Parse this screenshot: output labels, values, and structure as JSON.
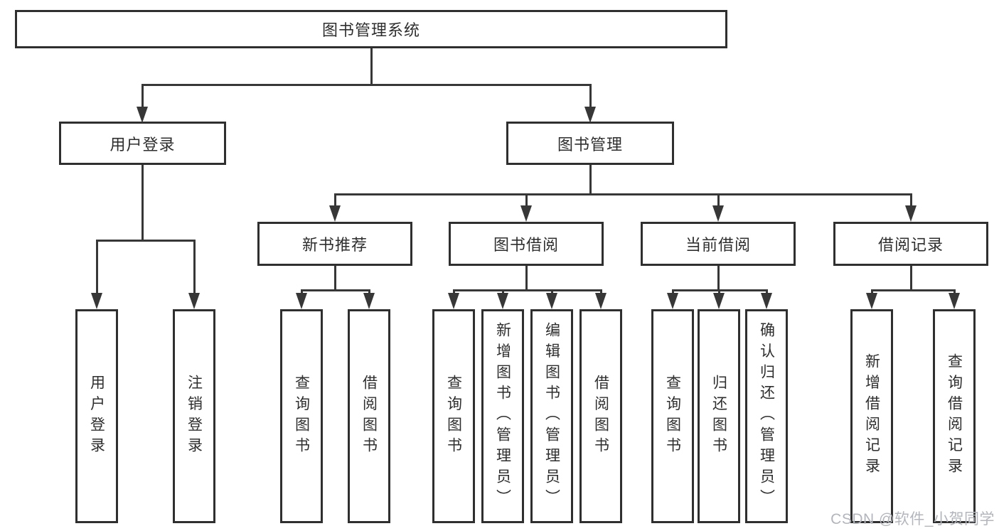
{
  "root": {
    "label": "图书管理系统"
  },
  "branches": [
    {
      "label": "用户登录",
      "leaves": [
        {
          "label": "用户登录"
        },
        {
          "label": "注销登录"
        }
      ]
    },
    {
      "label": "图书管理",
      "sections": [
        {
          "label": "新书推荐",
          "leaves": [
            {
              "label": "查询图书"
            },
            {
              "label": "借阅图书"
            }
          ]
        },
        {
          "label": "图书借阅",
          "leaves": [
            {
              "label": "查询图书"
            },
            {
              "label": "新增图书（管理员）"
            },
            {
              "label": "编辑图书（管理员）"
            },
            {
              "label": "借阅图书"
            }
          ]
        },
        {
          "label": "当前借阅",
          "leaves": [
            {
              "label": "查询图书"
            },
            {
              "label": "归还图书"
            },
            {
              "label": "确认归还（管理员）"
            }
          ]
        },
        {
          "label": "借阅记录",
          "leaves": [
            {
              "label": "新增借阅记录"
            },
            {
              "label": "查询借阅记录"
            }
          ]
        }
      ]
    }
  ],
  "watermark": {
    "text": "CSDN @软件_小贺同学"
  },
  "colors": {
    "line": "#373737",
    "box_border": "#2f2f2f",
    "text": "#2e2e2e",
    "watermark": "#b2b6bc",
    "background": "#ffffff"
  }
}
